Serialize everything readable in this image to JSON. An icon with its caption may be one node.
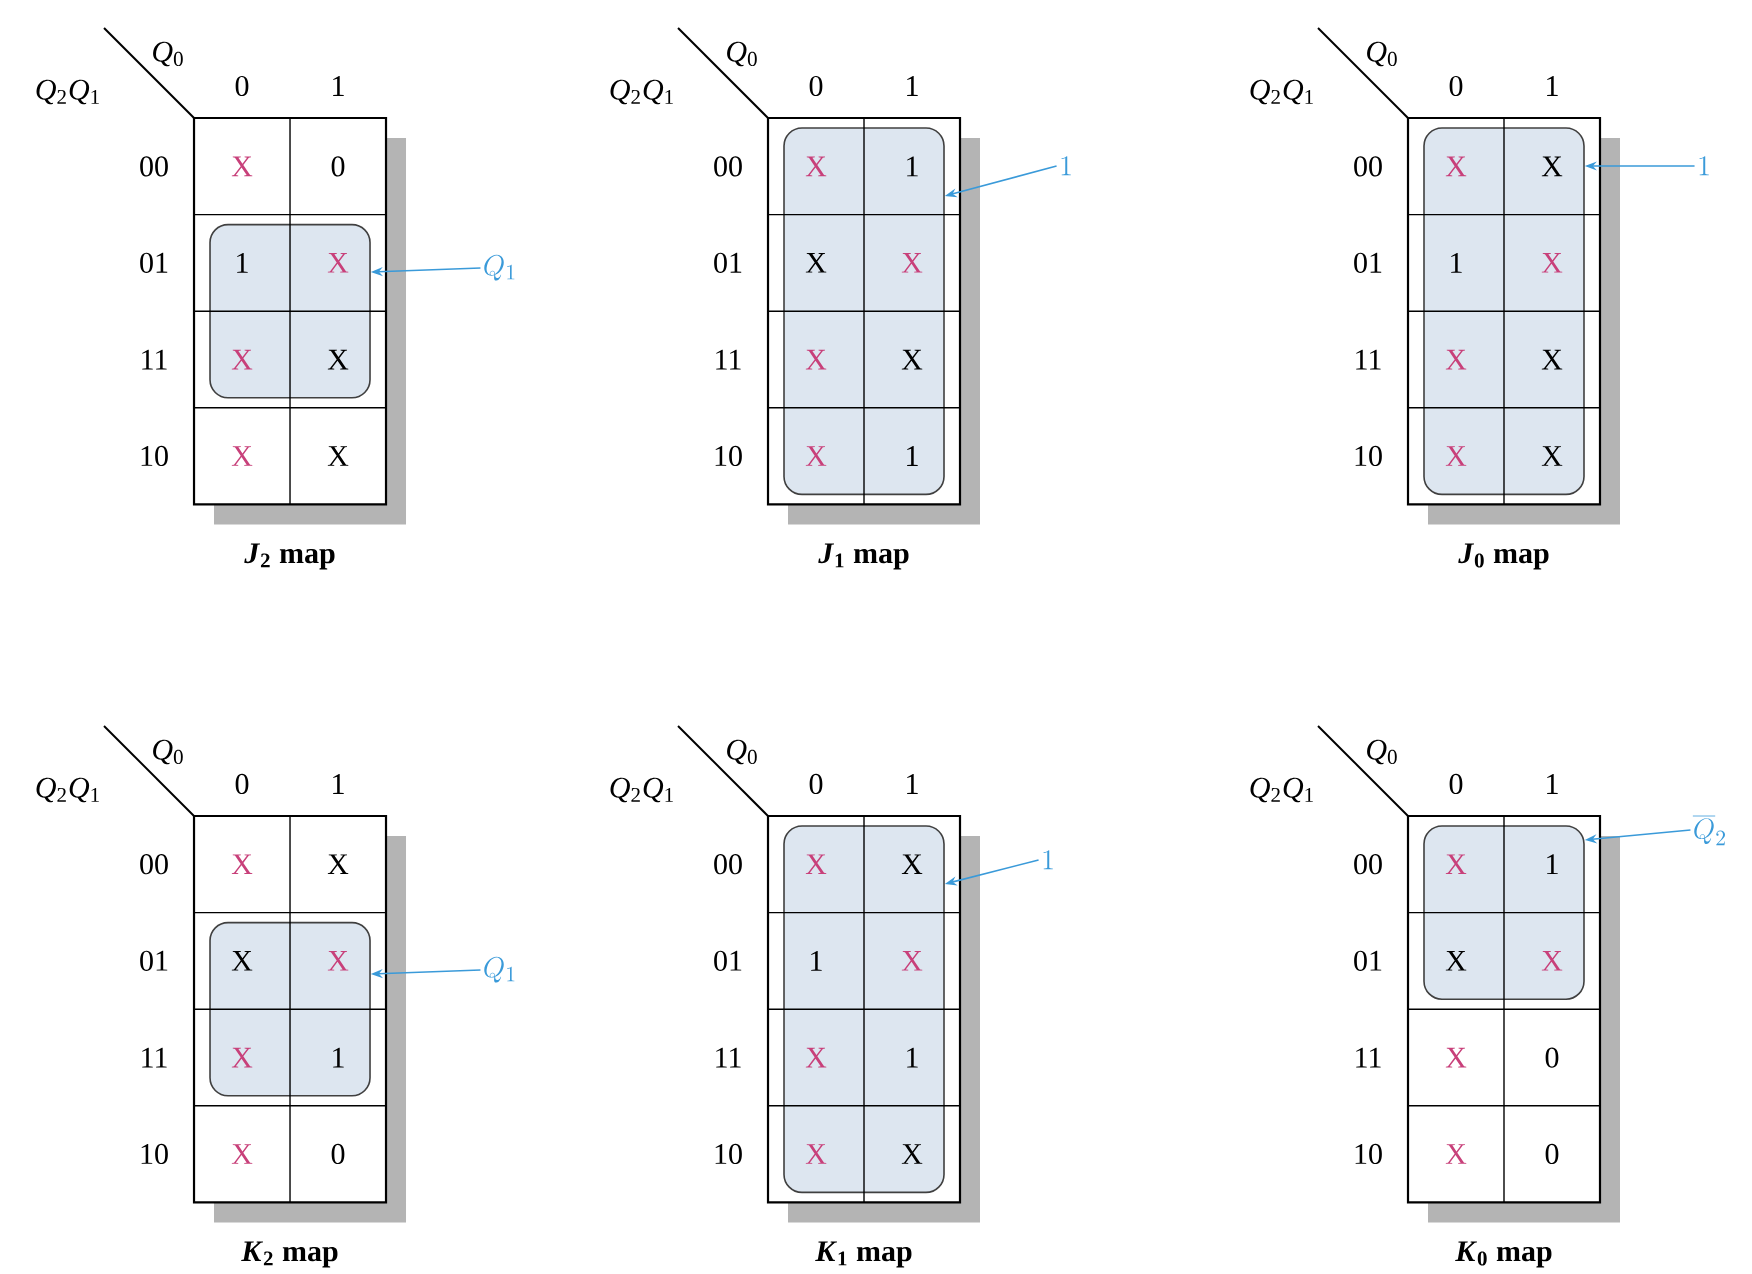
{
  "diagram": {
    "nodes": [
      {
        "text": [],
        "shape": "box"
      },
      {
        "text": [
          "Q_1"
        ]
      },
      {
        "text": [],
        "shape": "box"
      },
      {
        "text": [
          "1"
        ]
      },
      {
        "text": [],
        "shape": "box"
      },
      {
        "text": [
          "1"
        ]
      },
      {
        "text": [],
        "shape": "box"
      },
      {
        "text": [
          "Q_1"
        ]
      },
      {
        "text": [],
        "shape": "box"
      },
      {
        "text": [
          "1"
        ]
      },
      {
        "text": [],
        "shape": "box"
      },
      {
        "text": [
          "\\overline{Q}_2"
        ]
      }
    ],
    "edges": [
      {
        "from": 1,
        "to": 0,
        "arrow": "to"
      },
      {
        "from": 3,
        "to": 2,
        "arrow": "to"
      },
      {
        "from": 5,
        "to": 4,
        "arrow": "to"
      },
      {
        "from": 7,
        "to": 6,
        "arrow": "to"
      },
      {
        "from": 9,
        "to": 8,
        "arrow": "to"
      },
      {
        "from": 11,
        "to": 10,
        "arrow": "to"
      }
    ],
    "labels": [
      "*Q*$_{0}$",
      "*Q*$_{2}$*Q*$_{1}$",
      "0",
      "1",
      "00",
      "X",
      "0",
      "01",
      "1",
      "X",
      "11",
      "X",
      "X",
      "10",
      "X",
      "X",
      "*J*$_{2}$ map",
      "*Q*$_{0}$",
      "*Q*$_{2}$*Q*$_{1}$",
      "0",
      "1",
      "00",
      "X",
      "1",
      "01",
      "X",
      "X",
      "11",
      "X",
      "X",
      "10",
      "X",
      "1",
      "*J*$_{1}$ map",
      "*Q*$_{0}$",
      "*Q*$_{2}$*Q*$_{1}$",
      "0",
      "1",
      "00",
      "X",
      "X",
      "01",
      "1",
      "X",
      "11",
      "X",
      "X",
      "10",
      "X",
      "X",
      "*J*$_{0}$ map",
      "*Q*$_{0}$",
      "*Q*$_{2}$*Q*$_{1}$",
      "0",
      "1",
      "00",
      "X",
      "X",
      "01",
      "X",
      "X",
      "11",
      "X",
      "1",
      "10",
      "X",
      "0",
      "*K*$_{2}$ map",
      "*Q*$_{0}$",
      "*Q*$_{2}$*Q*$_{1}$",
      "0",
      "1",
      "00",
      "X",
      "X",
      "01",
      "1",
      "X",
      "11",
      "X",
      "1",
      "10",
      "X",
      "X",
      "*K*$_{1}$ map",
      "*Q*$_{0}$",
      "*Q*$_{2}$*Q*$_{1}$",
      "0",
      "1",
      "00",
      "X",
      "1",
      "01",
      "X",
      "X",
      "11",
      "X",
      "0",
      "10",
      "X",
      "0",
      "*K*$_{0}$ map"
    ]
  }
}
